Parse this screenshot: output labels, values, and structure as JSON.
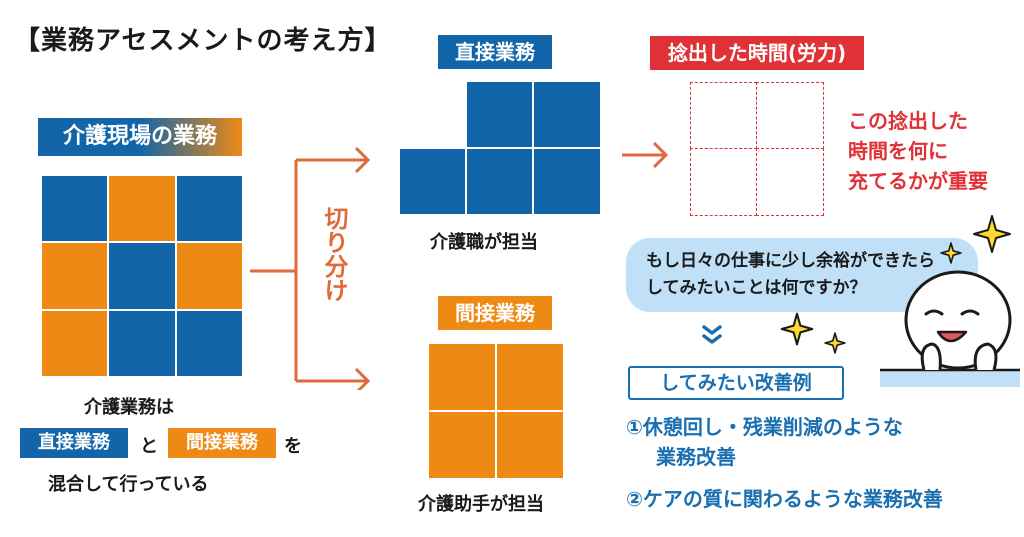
{
  "title": "【業務アセスメントの考え方】",
  "care_work": {
    "label": "介護現場の業務",
    "caption_line1": "介護業務は",
    "direct_tag": "直接業務",
    "and_text": "と",
    "indirect_tag": "間接業務",
    "wo_text": "を",
    "caption_line3": "混合して行っている"
  },
  "split_label": "切り分け",
  "direct": {
    "label": "直接業務",
    "caption": "介護職が担当"
  },
  "indirect": {
    "label": "間接業務",
    "caption": "介護助手が担当"
  },
  "freed_time": {
    "label": "捻出した時間(労力)",
    "note_line1": "この捻出した",
    "note_line2": "時間を何に",
    "note_line3": "充てるかが重要"
  },
  "question": {
    "line1": "もし日々の仕事に少し余裕ができたら",
    "line2": "してみたいことは何ですか？"
  },
  "examples": {
    "label": "してみたい改善例",
    "item1_line1": "①休憩回し・残業削減のような",
    "item1_line2": "業務改善",
    "item2": "②ケアの質に関わるような業務改善"
  },
  "colors": {
    "blue": "#1265a8",
    "orange": "#ee8a14",
    "red": "#e03236",
    "light_blue": "#bfe0f6"
  }
}
